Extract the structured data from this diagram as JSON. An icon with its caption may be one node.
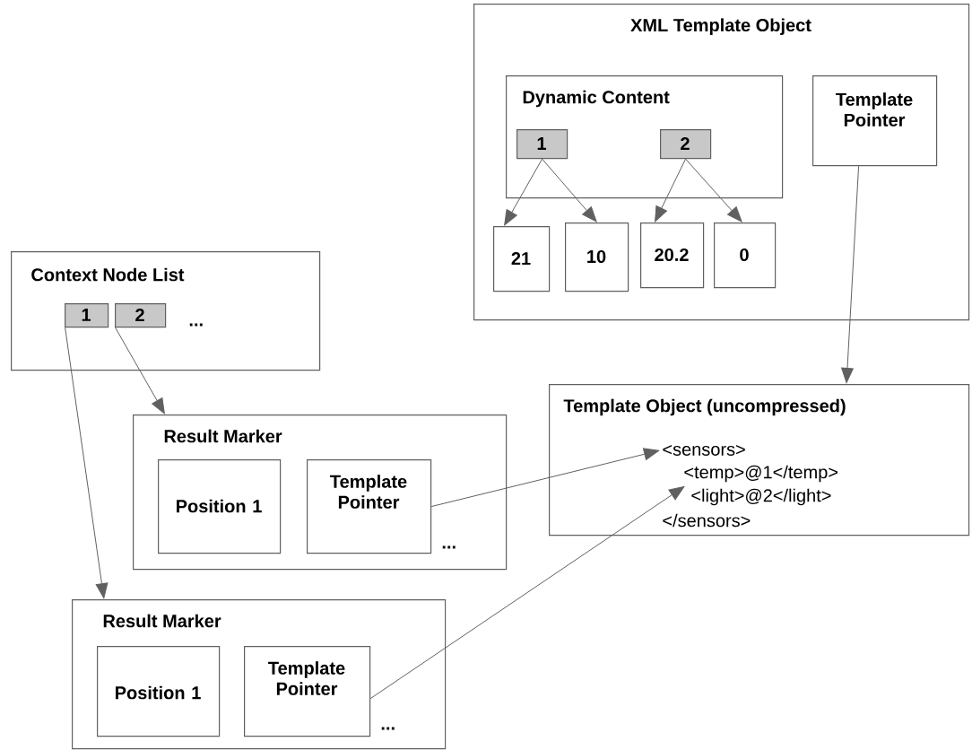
{
  "diagram": {
    "nodes": [
      {
        "text": [
          "XML Template Object"
        ]
      },
      {
        "text": [
          "Dynamic Content"
        ],
        "in": 0
      },
      {
        "text": [
          "1"
        ],
        "in": 1
      },
      {
        "text": [
          "2"
        ],
        "in": 1
      },
      {
        "text": [
          "21"
        ],
        "in": 0
      },
      {
        "text": [
          "10"
        ],
        "in": 0
      },
      {
        "text": [
          "20.2"
        ],
        "in": 0
      },
      {
        "text": [
          "0"
        ],
        "in": 0
      },
      {
        "text": [
          "Template Pointer"
        ],
        "in": 0
      },
      {
        "text": [
          "Context Node List",
          "..."
        ]
      },
      {
        "text": [
          "1"
        ],
        "in": 9
      },
      {
        "text": [
          "2"
        ],
        "in": 9
      },
      {
        "text": [
          "Template Object (uncompressed)",
          "<sensors>",
          "<temp>@1</temp>",
          "<light>@2</light>",
          "</sensors>"
        ]
      },
      {
        "text": [
          "Result Marker",
          "..."
        ]
      },
      {
        "text": [
          "Position 1"
        ],
        "in": 13
      },
      {
        "text": [
          "Template Pointer"
        ],
        "in": 13
      },
      {
        "text": [
          "Result Marker",
          "..."
        ]
      },
      {
        "text": [
          "Position 1"
        ],
        "in": 16
      },
      {
        "text": [
          "Template Pointer"
        ],
        "in": 16
      }
    ],
    "edges": [
      {
        "from": 2,
        "to": 4,
        "arrow": "to"
      },
      {
        "from": 2,
        "to": 5,
        "arrow": "to"
      },
      {
        "from": 3,
        "to": 6,
        "arrow": "to"
      },
      {
        "from": 3,
        "to": 7,
        "arrow": "to"
      },
      {
        "from": 8,
        "to": 12,
        "arrow": "to"
      },
      {
        "from": 10,
        "to": 16,
        "arrow": "to"
      },
      {
        "from": 11,
        "to": 13,
        "arrow": "to"
      },
      {
        "from": 15,
        "to": 12,
        "arrow": "to"
      },
      {
        "from": 18,
        "to": 12,
        "arrow": "to"
      }
    ]
  }
}
